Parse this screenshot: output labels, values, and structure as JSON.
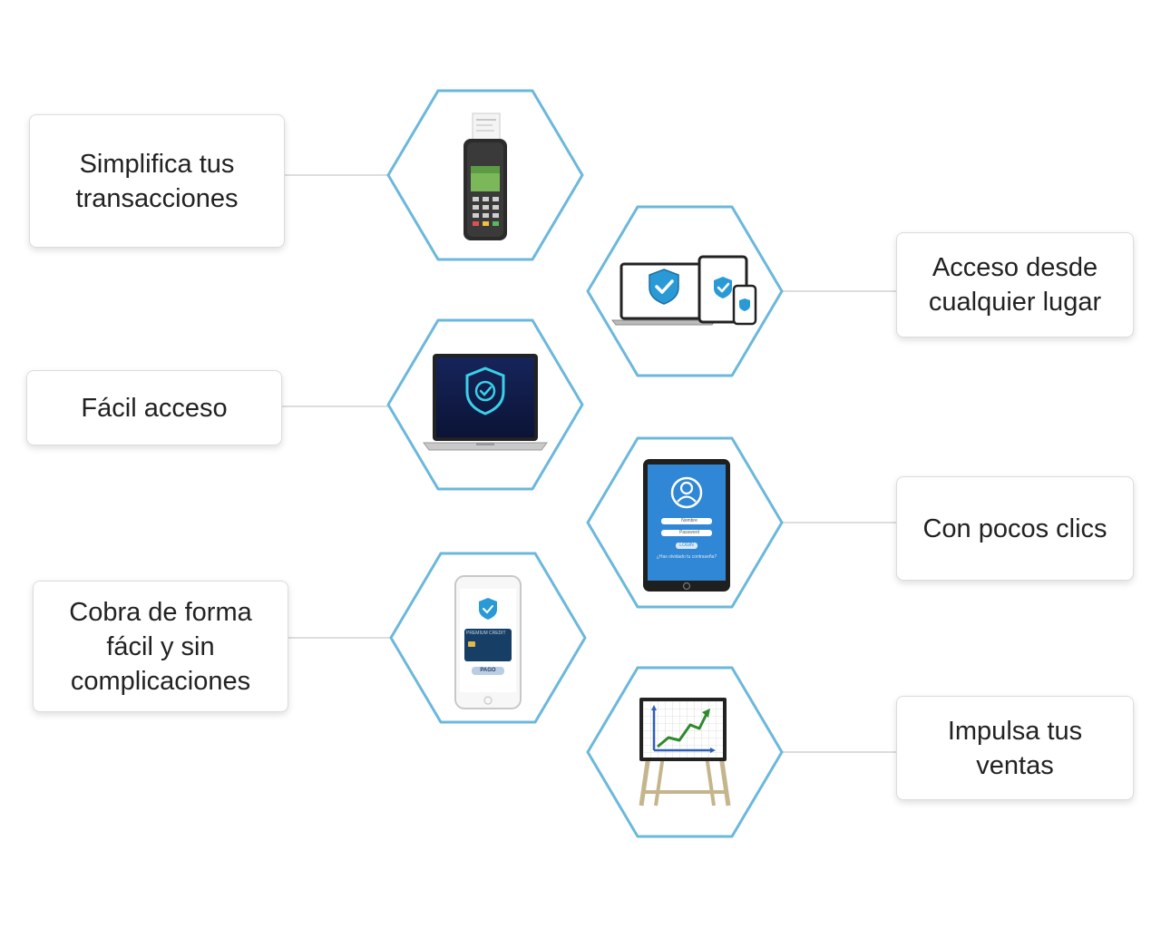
{
  "accent_color": "#6bb8dc",
  "features": [
    {
      "id": "simplifica",
      "label": "Simplifica tus\ntransacciones",
      "icon": "pos-terminal-icon"
    },
    {
      "id": "acceso-lugar",
      "label": "Acceso desde\ncualquier lugar",
      "icon": "multi-device-shield-icon"
    },
    {
      "id": "facil-acceso",
      "label": "Fácil acceso",
      "icon": "laptop-shield-icon"
    },
    {
      "id": "pocos-clics",
      "label": "Con pocos clics",
      "icon": "tablet-login-icon",
      "screen_text": {
        "user": "Nombre",
        "password": "Password",
        "button": "LOGIN",
        "footer": "¿Has olvidado tu contraseña?"
      }
    },
    {
      "id": "cobra",
      "label": "Cobra de forma\nfácil y sin\ncomplicaciones",
      "icon": "phone-payment-icon",
      "screen_text": {
        "card": "PREMIUM CREDIT",
        "button": "PAGO"
      }
    },
    {
      "id": "impulsa",
      "label": "Impulsa tus\nventas",
      "icon": "sales-chart-board-icon"
    }
  ]
}
